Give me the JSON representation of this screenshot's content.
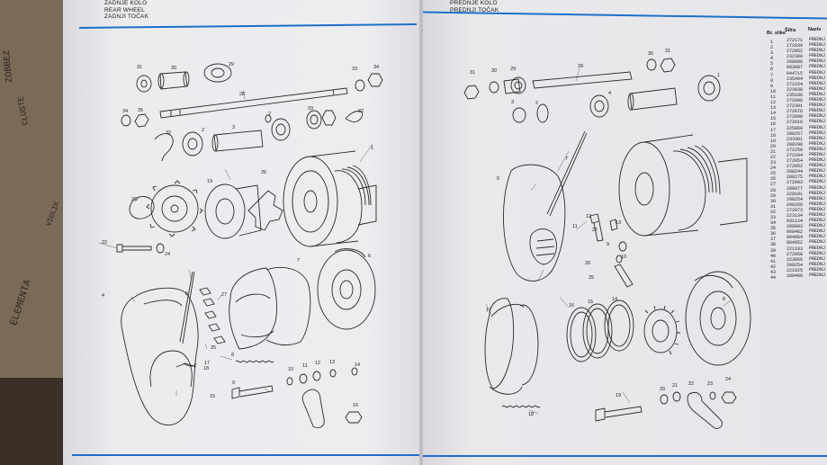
{
  "cardboard_text": [
    "ZOBBEZ",
    "ELEMENTA",
    "VIOLIK",
    "CLUSTE"
  ],
  "left_page": {
    "header": [
      "ZADNJE KOLO",
      "REAR WHEEL",
      "ZADNJI TOČAK"
    ],
    "callouts": [
      "31",
      "30",
      "29",
      "33",
      "34",
      "28",
      "34",
      "35",
      "32",
      "3",
      "2",
      "2",
      "33",
      "32",
      "1",
      "26",
      "19",
      "23",
      "22",
      "24",
      "4",
      "5",
      "7",
      "6",
      "27",
      "25",
      "17",
      "18",
      "8",
      "9",
      "10",
      "11",
      "12",
      "13",
      "14",
      "15",
      "16"
    ]
  },
  "right_page": {
    "header": [
      "PREDNJE KOLO",
      "PREDNJI TOČAK"
    ],
    "callouts": [
      "31",
      "30",
      "29",
      "28",
      "30",
      "31",
      "3",
      "2",
      "4",
      "1",
      "6",
      "7",
      "11",
      "13",
      "27",
      "12",
      "9",
      "26",
      "25",
      "10",
      "17",
      "16",
      "15",
      "14",
      "8",
      "19",
      "18",
      "20",
      "21",
      "22",
      "23",
      "24",
      "3",
      "2",
      "1"
    ]
  },
  "parts_table": {
    "headers": [
      "Br. slike",
      "Šifra",
      "Naziv"
    ],
    "rows": [
      [
        "1",
        "272171",
        "PREDNJ"
      ],
      [
        "2",
        "272039",
        "PREDNJ"
      ],
      [
        "3",
        "272052",
        "PREDNJ"
      ],
      [
        "4",
        "232300",
        "PREDNJ"
      ],
      [
        "5",
        "208096",
        "PREDNJ"
      ],
      [
        "6",
        "083087",
        "PREDNJ"
      ],
      [
        "7",
        "044715",
        "PREDNJ"
      ],
      [
        "8",
        "235494",
        "PREDNJ"
      ],
      [
        "9",
        "272154",
        "PREDNJ"
      ],
      [
        "10",
        "223938",
        "PREDNJ"
      ],
      [
        "11",
        "235198",
        "PREDNJ"
      ],
      [
        "12",
        "272096",
        "PREDNJ"
      ],
      [
        "13",
        "272301",
        "PREDNJ"
      ],
      [
        "14",
        "272076",
        "PREDNJ"
      ],
      [
        "15",
        "272090",
        "PREDNJ"
      ],
      [
        "16",
        "272019",
        "PREDNJ"
      ],
      [
        "17",
        "225860",
        "PREDNJ"
      ],
      [
        "18",
        "208257",
        "PREDNJ"
      ],
      [
        "19",
        "233301",
        "PREDNJ"
      ],
      [
        "20",
        "208290",
        "PREDNJ"
      ],
      [
        "21",
        "272250",
        "PREDNJ"
      ],
      [
        "22",
        "272204",
        "PREDNJ"
      ],
      [
        "23",
        "272054",
        "PREDNJ"
      ],
      [
        "24",
        "272052",
        "PREDNJ"
      ],
      [
        "25",
        "208244",
        "PREDNJ"
      ],
      [
        "26",
        "208275",
        "PREDNJ"
      ],
      [
        "27",
        "272093",
        "PREDNJ"
      ],
      [
        "28",
        "208077",
        "PREDNJ"
      ],
      [
        "29",
        "220101",
        "PREDNJ"
      ],
      [
        "30",
        "208254",
        "PREDNJ"
      ],
      [
        "31",
        "208260",
        "PREDNJ"
      ],
      [
        "32",
        "272073",
        "PREDNJ"
      ],
      [
        "33",
        "223134",
        "PREDNJ"
      ],
      [
        "34",
        "031124",
        "PREDNJ"
      ],
      [
        "35",
        "208903",
        "PREDNJ"
      ],
      [
        "36",
        "008462",
        "PREDNJ"
      ],
      [
        "37",
        "004964",
        "PREDNJ"
      ],
      [
        "38",
        "004952",
        "PREDNJ"
      ],
      [
        "39",
        "221183",
        "PREDNJ"
      ],
      [
        "40",
        "272058",
        "PREDNJ"
      ],
      [
        "41",
        "223066",
        "PREDNJ"
      ],
      [
        "42",
        "208254",
        "PREDNJ"
      ],
      [
        "43",
        "221025",
        "PREDNJ"
      ],
      [
        "44",
        "209498",
        "PREDNJ"
      ]
    ]
  },
  "colors": {
    "accent_line": "#1f6fc9",
    "paper": "#e9e9ec",
    "ink": "#1b1b1b"
  }
}
